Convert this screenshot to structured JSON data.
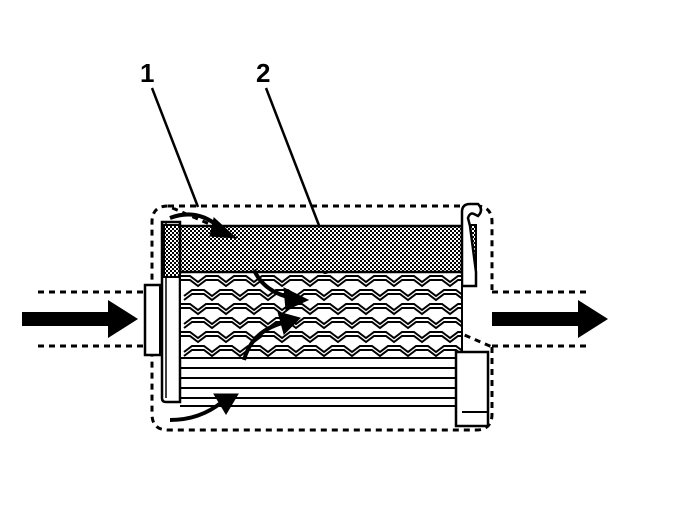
{
  "callouts": [
    {
      "id": "1",
      "label": "1"
    },
    {
      "id": "2",
      "label": "2"
    }
  ],
  "colors": {
    "line": "#000000",
    "background": "#ffffff",
    "media_fill": "#9a9a9a"
  }
}
